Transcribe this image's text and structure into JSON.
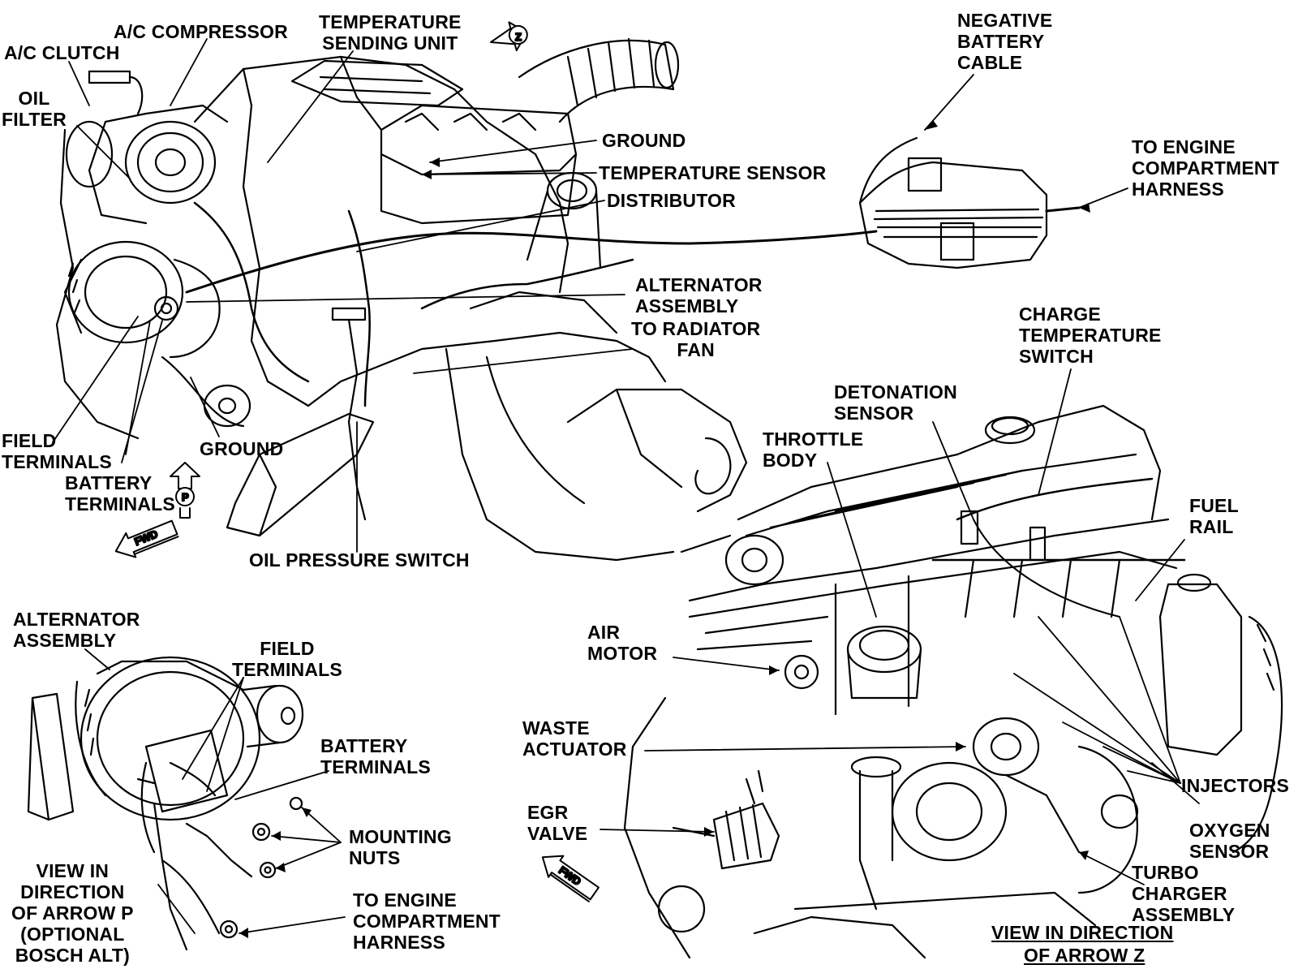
{
  "labels": {
    "ac_compressor": "A/C COMPRESSOR",
    "ac_clutch": "A/C CLUTCH",
    "temp_sending_unit": "TEMPERATURE\nSENDING UNIT",
    "negative_battery_cable": "NEGATIVE\nBATTERY\nCABLE",
    "oil_filter": "OIL\nFILTER",
    "ground_top": "GROUND",
    "temperature_sensor": "TEMPERATURE SENSOR",
    "to_engine_harness_top": "TO ENGINE\nCOMPARTMENT\nHARNESS",
    "distributor": "DISTRIBUTOR",
    "alternator_assembly_top": "ALTERNATOR\nASSEMBLY",
    "to_radiator_fan": "TO RADIATOR\nFAN",
    "charge_temp_switch": "CHARGE\nTEMPERATURE\nSWITCH",
    "detonation_sensor": "DETONATION\nSENSOR",
    "throttle_body": "THROTTLE\nBODY",
    "field_terminals_top": "FIELD\nTERMINALS",
    "ground_mid": "GROUND",
    "battery_terminals_top": "BATTERY\nTERMINALS",
    "fuel_rail": "FUEL\nRAIL",
    "oil_pressure_switch": "OIL PRESSURE SWITCH",
    "alternator_assembly_bottom": "ALTERNATOR\nASSEMBLY",
    "field_terminals_bottom": "FIELD\nTERMINALS",
    "air_motor": "AIR\nMOTOR",
    "waste_actuator": "WASTE\nACTUATOR",
    "battery_terminals_bottom": "BATTERY\nTERMINALS",
    "injectors": "INJECTORS",
    "egr_valve": "EGR\nVALVE",
    "mounting_nuts": "MOUNTING\nNUTS",
    "oxygen_sensor": "OXYGEN\nSENSOR",
    "view_arrow_p": "VIEW IN\nDIRECTION\nOF ARROW P\n(OPTIONAL\nBOSCH ALT)",
    "to_engine_harness_bottom": "TO ENGINE\nCOMPARTMENT\nHARNESS",
    "turbo_charger": "TURBO\nCHARGER\nASSEMBLY",
    "view_arrow_z_line1": "VIEW IN DIRECTION",
    "view_arrow_z_line2": "OF ARROW Z"
  },
  "markers": {
    "arrow_z_letter": "Z",
    "arrow_p_letter": "P",
    "fwd_top": "FWD",
    "fwd_bottom": "FWD"
  }
}
